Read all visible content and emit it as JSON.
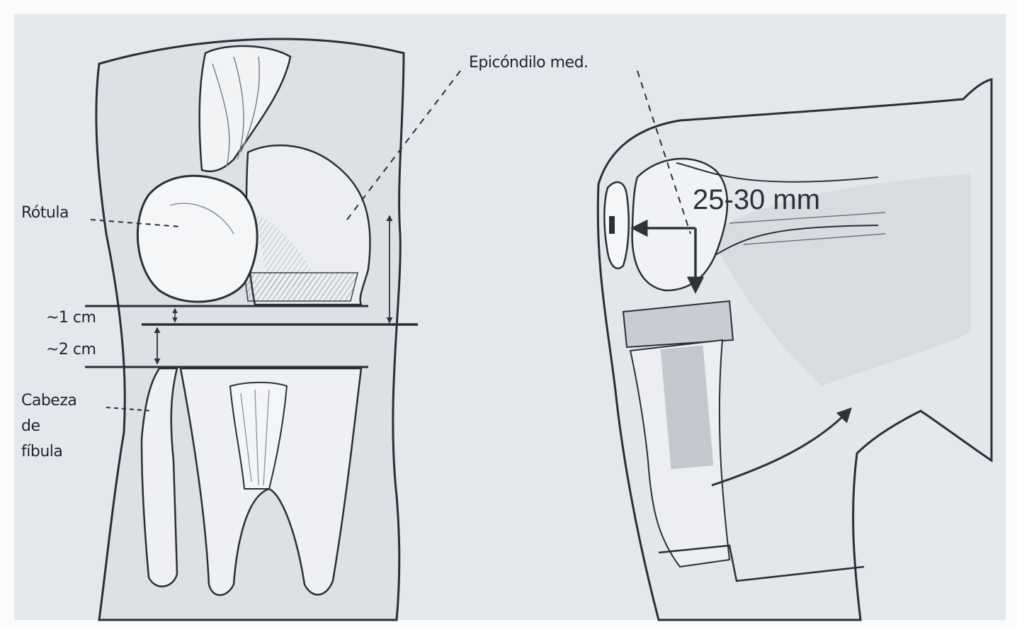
{
  "labels": {
    "epicondyle": "Epicóndilo med.",
    "patella": "Rótula",
    "one_cm": "~1 cm",
    "two_cm": "~2 cm",
    "fibula_head_line1": "Cabeza",
    "fibula_head_line2": "de",
    "fibula_head_line3": "fíbula",
    "distance": "25-30 mm"
  },
  "colors": {
    "background": "#fbfbfb",
    "panel": "#dfe3e8",
    "skin": "#e6e9ee",
    "bone": "#f4f5f7",
    "outline": "#2a2f36",
    "shadow": "#b9bec6",
    "arrow": "#2f3338"
  }
}
